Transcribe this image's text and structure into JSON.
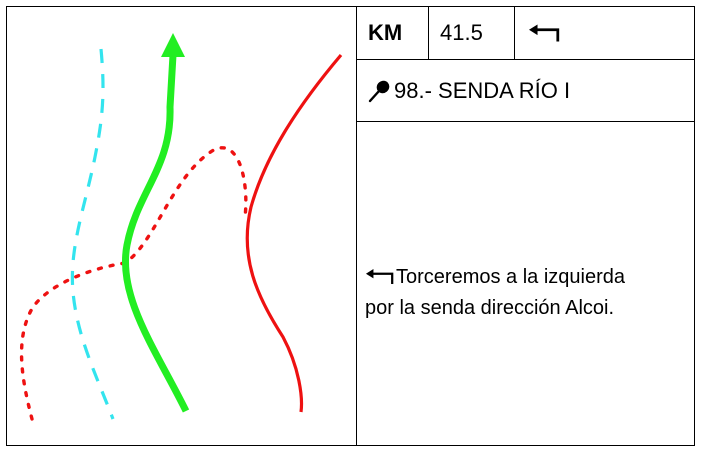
{
  "header": {
    "km_label": "KM",
    "km_value": "41.5",
    "direction_icon": "turn-left-arrow"
  },
  "waypoint": {
    "icon": "map-pin",
    "name": "98.- SENDA RÍO I"
  },
  "instruction": {
    "icon": "turn-left-arrow",
    "line1": "Torceremos a la izquierda",
    "line2": "por la senda dirección Alcoi."
  },
  "map": {
    "route_color": "#22ee22",
    "river_color": "#33e4ee",
    "path_color": "#ee1111"
  }
}
